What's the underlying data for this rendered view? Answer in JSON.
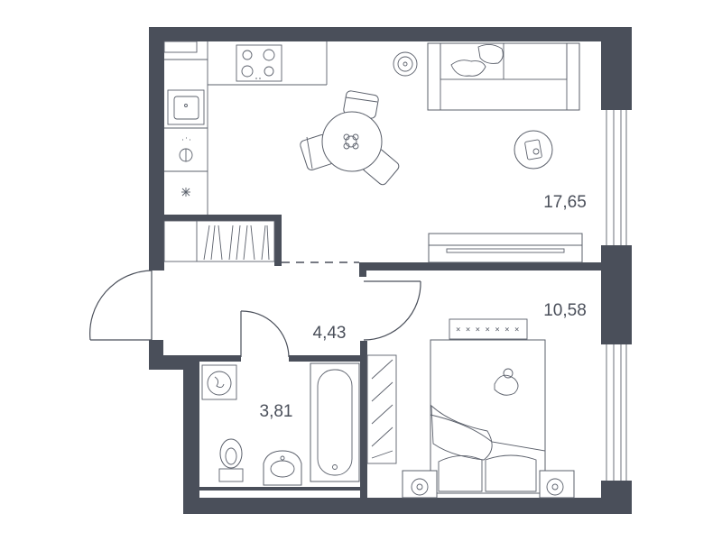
{
  "plan": {
    "rooms": [
      {
        "id": "living",
        "area": "17,65"
      },
      {
        "id": "bedroom",
        "area": "10,58"
      },
      {
        "id": "hall",
        "area": "4,43"
      },
      {
        "id": "bathroom",
        "area": "3,81"
      }
    ]
  },
  "colors": {
    "walls": "#4a4f5a",
    "furniture": "#5b606b",
    "background": "#ffffff"
  }
}
